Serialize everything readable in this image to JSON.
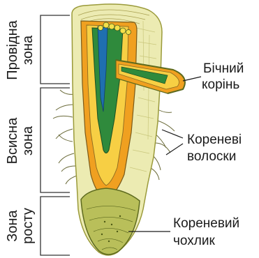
{
  "zones": [
    {
      "line1": "Провідна",
      "line2": "зона"
    },
    {
      "line1": "Всисна",
      "line2": "зона"
    },
    {
      "line1": "Зона",
      "line2": "росту"
    }
  ],
  "labels": {
    "lateral_root": {
      "line1": "Бічний",
      "line2": "корінь"
    },
    "root_hairs": {
      "line1": "Кореневі",
      "line2": "волоски"
    },
    "root_cap": {
      "line1": "Кореневий",
      "line2": "чохлик"
    }
  },
  "colors": {
    "cortex": "#ecebb2",
    "cortex_edge": "#9a9a3a",
    "stele_orange": "#f0a020",
    "stele_yellow": "#f7cf44",
    "xylem_green": "#2f8a3c",
    "phloem_blue": "#1f6fb0",
    "cap": "#b9bf5a",
    "cap_dark": "#5d6a1e",
    "line": "#333333"
  }
}
